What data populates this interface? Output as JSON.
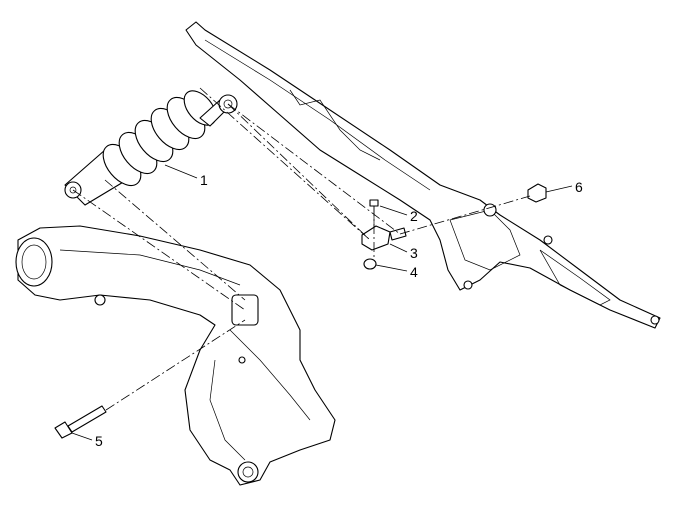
{
  "diagram": {
    "callouts": [
      {
        "number": "1",
        "part": "shock-absorber"
      },
      {
        "number": "2",
        "part": "upper-bolt"
      },
      {
        "number": "3",
        "part": "linkage-bracket"
      },
      {
        "number": "4",
        "part": "nut"
      },
      {
        "number": "5",
        "part": "lower-bolt"
      },
      {
        "number": "6",
        "part": "cap"
      }
    ]
  }
}
